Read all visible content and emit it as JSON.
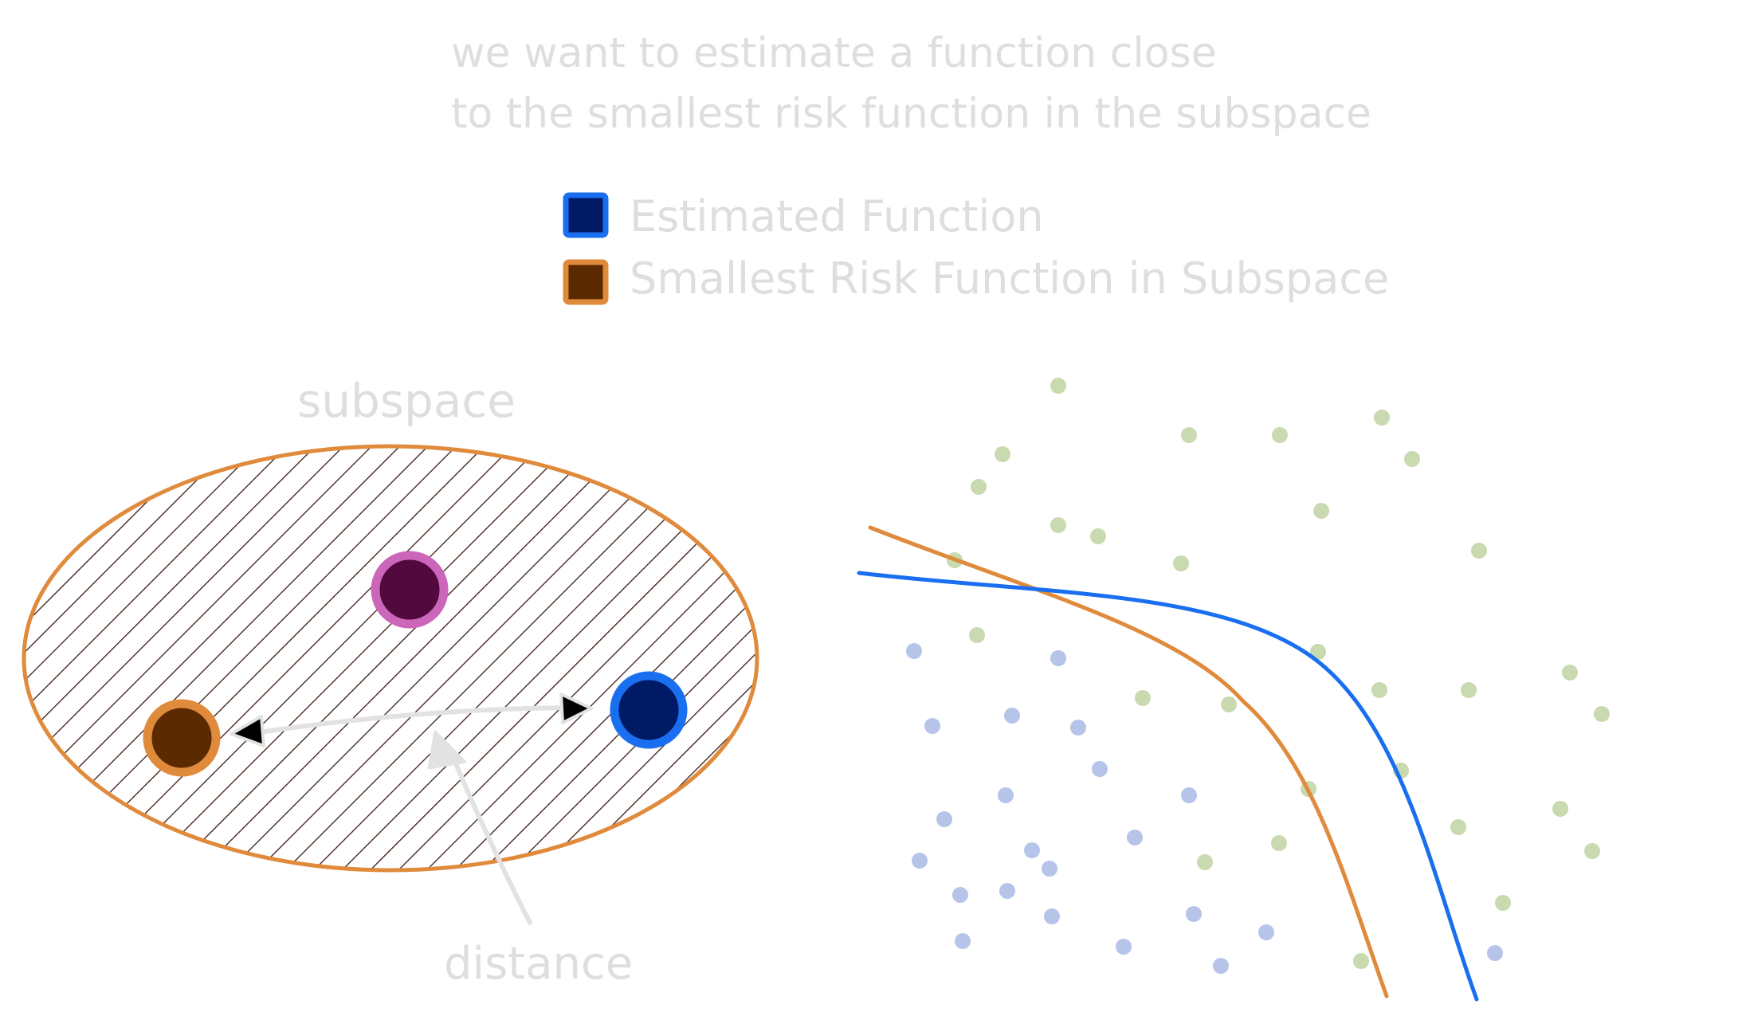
{
  "caption": {
    "line1": "we want to estimate a function close",
    "line2": "to the smallest risk function in the subspace"
  },
  "legend": {
    "items": [
      {
        "label": "Estimated Function",
        "fill": "#001a66",
        "stroke": "#1a6ff0"
      },
      {
        "label": "Smallest Risk Function in Subspace",
        "fill": "#5c2a00",
        "stroke": "#e08a3c"
      }
    ]
  },
  "labels": {
    "subspace": "subspace",
    "distance": "distance"
  },
  "colors": {
    "text": "#dedede",
    "ellipse_stroke": "#e08a3c",
    "hatch": "#3a1a10",
    "blue_curve": "#1a6ff0",
    "orange_curve": "#e08a3c",
    "green_dot": "#c9d9b0",
    "blue_dot": "#b6c4ea",
    "magenta_fill": "#520a3e",
    "magenta_stroke": "#cc66bb",
    "arrow": "#e2e2e2"
  }
}
